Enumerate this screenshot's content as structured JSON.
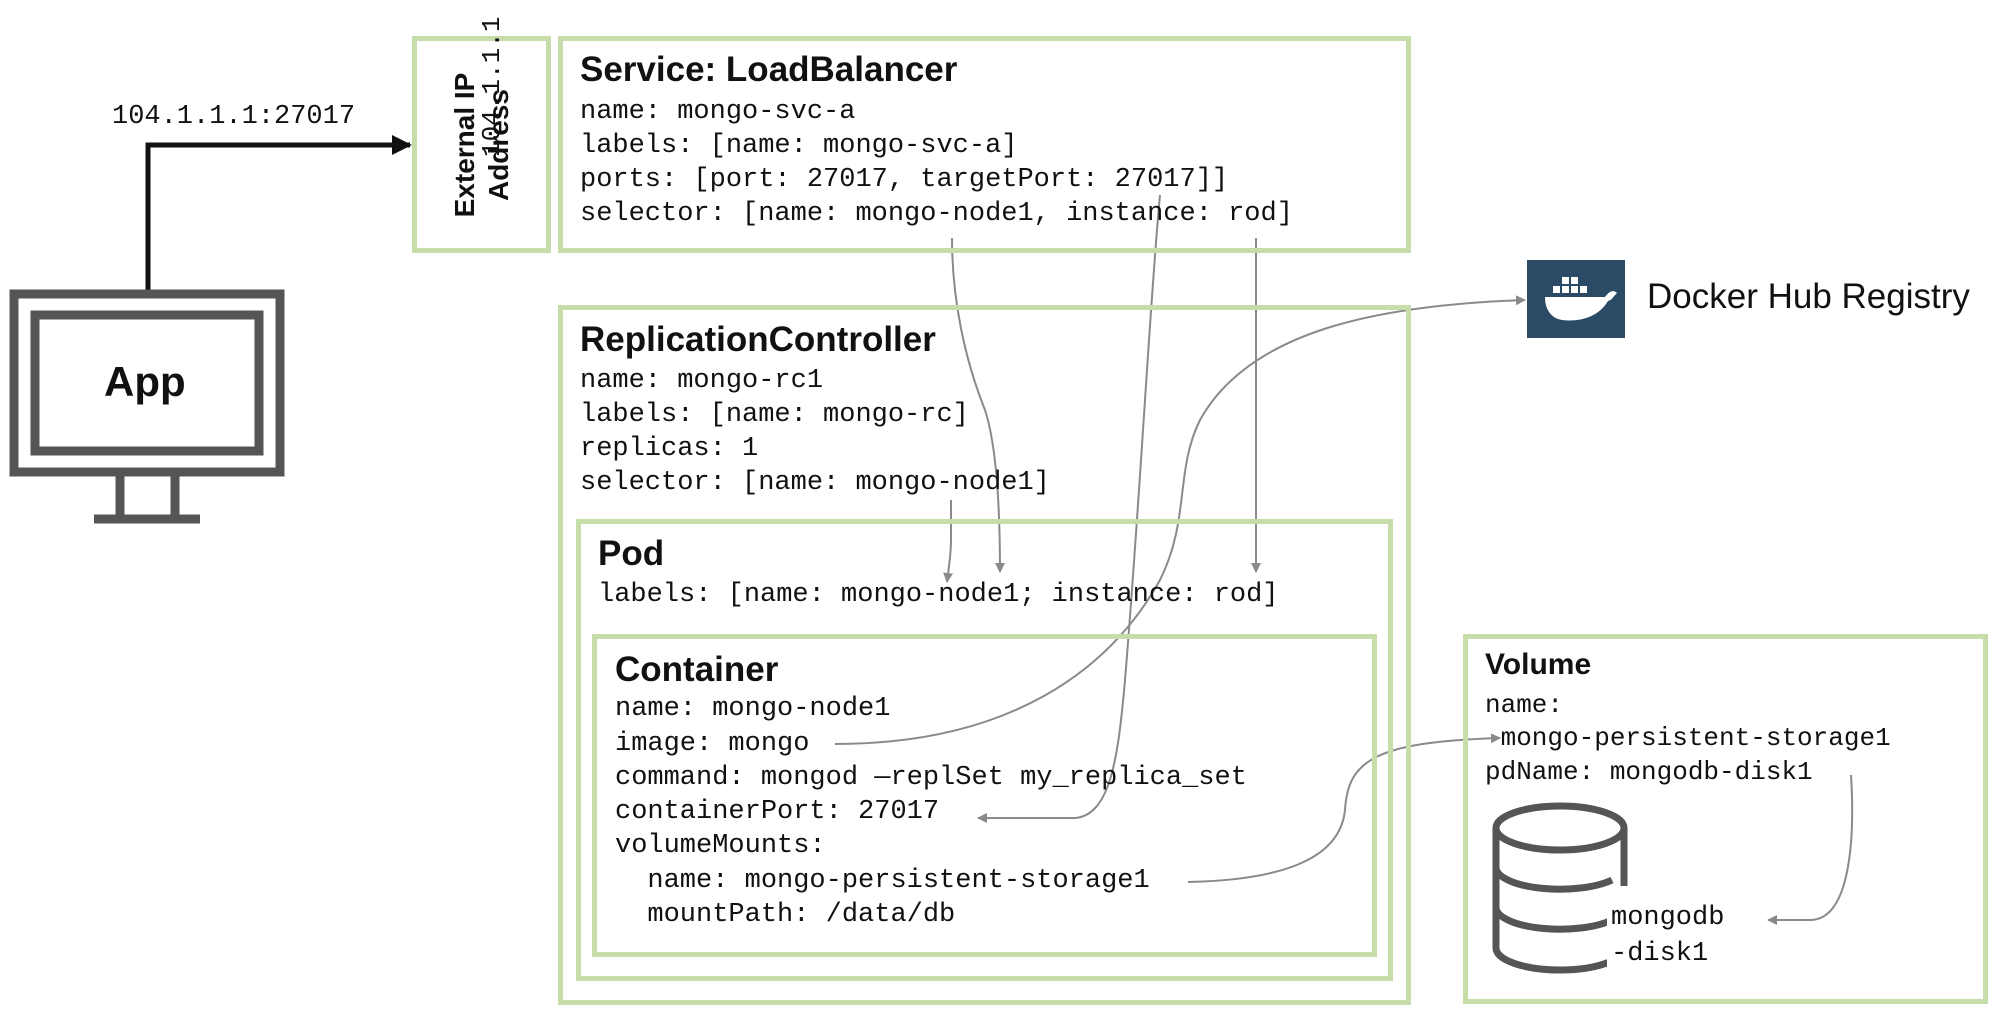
{
  "app": {
    "label": "App"
  },
  "connection": {
    "label": "104.1.1.1:27017"
  },
  "external_ip": {
    "label_line1": "External IP",
    "label_line2": "Address",
    "address": "104.1.1.1"
  },
  "service": {
    "title": "Service: LoadBalancer",
    "lines": [
      "name: mongo-svc-a",
      "labels: [name: mongo-svc-a]",
      "ports: [port: 27017, targetPort: 27017]]",
      "selector: [name: mongo-node1, instance: rod]"
    ]
  },
  "replication_controller": {
    "title": "ReplicationController",
    "lines": [
      "name: mongo-rc1",
      "labels: [name: mongo-rc]",
      "replicas: 1",
      "selector: [name: mongo-node1]"
    ]
  },
  "pod": {
    "title": "Pod",
    "lines": [
      "labels: [name: mongo-node1; instance: rod]"
    ]
  },
  "container": {
    "title": "Container",
    "lines": [
      "name: mongo-node1",
      "image: mongo",
      "command: mongod —replSet my_replica_set",
      "containerPort: 27017",
      "volumeMounts:",
      "  name: mongo-persistent-storage1",
      "  mountPath: /data/db"
    ]
  },
  "volume": {
    "title": "Volume",
    "lines": [
      "name:",
      " mongo-persistent-storage1",
      "pdName: mongodb-disk1"
    ]
  },
  "disk": {
    "line1": "mongodb",
    "line2": "-disk1"
  },
  "docker": {
    "label": "Docker Hub Registry",
    "logo_bg": "#2a4a66",
    "logo_fg": "#ffffff"
  },
  "colors": {
    "box_border": "#c6dca9",
    "arrow": "#8a8a8a",
    "dark": "#555555"
  }
}
